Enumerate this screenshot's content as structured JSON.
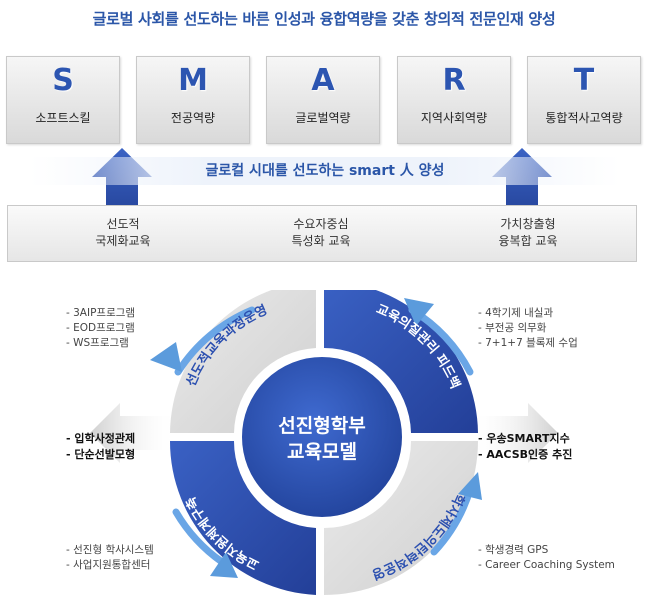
{
  "title": "글로벌 사회를 선도하는 바른 인성과 융합역량을 갖춘 창의적 전문인재 양성",
  "smart_boxes": [
    {
      "letter": "S",
      "label": "소프트스킬"
    },
    {
      "letter": "M",
      "label": "전공역량"
    },
    {
      "letter": "A",
      "label": "글로벌역량"
    },
    {
      "letter": "R",
      "label": "지역사회역량"
    },
    {
      "letter": "T",
      "label": "통합적사고역량"
    }
  ],
  "band_text": "글로컬 시대를 선도하는 smart 人 양성",
  "bottom_items": [
    {
      "line1": "선도적",
      "line2": "국제화교육"
    },
    {
      "line1": "수요자중심",
      "line2": "특성화 교육"
    },
    {
      "line1": "가치창출형",
      "line2": "융복합 교육"
    }
  ],
  "center": {
    "line1": "선진형학부",
    "line2": "교육모델"
  },
  "segments": {
    "top_left": "선도적교육과정운영",
    "top_right": "교육의질관리 피드백",
    "bottom_right": "학사제도의탄력적운영",
    "bottom_left": "교육지원체계구축"
  },
  "notes": {
    "top_left": [
      "- 3AIP프로그램",
      "- EOD프로그램",
      "- WS프로그램"
    ],
    "top_right": [
      "- 4학기제 내실과",
      "- 부전공 의무화",
      "- 7+1+7 블록제 수업"
    ],
    "mid_left": [
      "- 입학사정관제",
      "- 단순선발모형"
    ],
    "mid_right": [
      "- 우송SMART지수",
      "- AACSB인증 추진"
    ],
    "bottom_left": [
      "- 선진형 학사시스템",
      "- 사업지원통합센터"
    ],
    "bottom_right": [
      "- 학생경력 GPS",
      "- Career Coaching System"
    ]
  },
  "colors": {
    "primary": "#2c50b0",
    "title": "#2b56a8",
    "segment_gray": "#dcdcdc",
    "arrow_light": "#5b9bdc"
  }
}
